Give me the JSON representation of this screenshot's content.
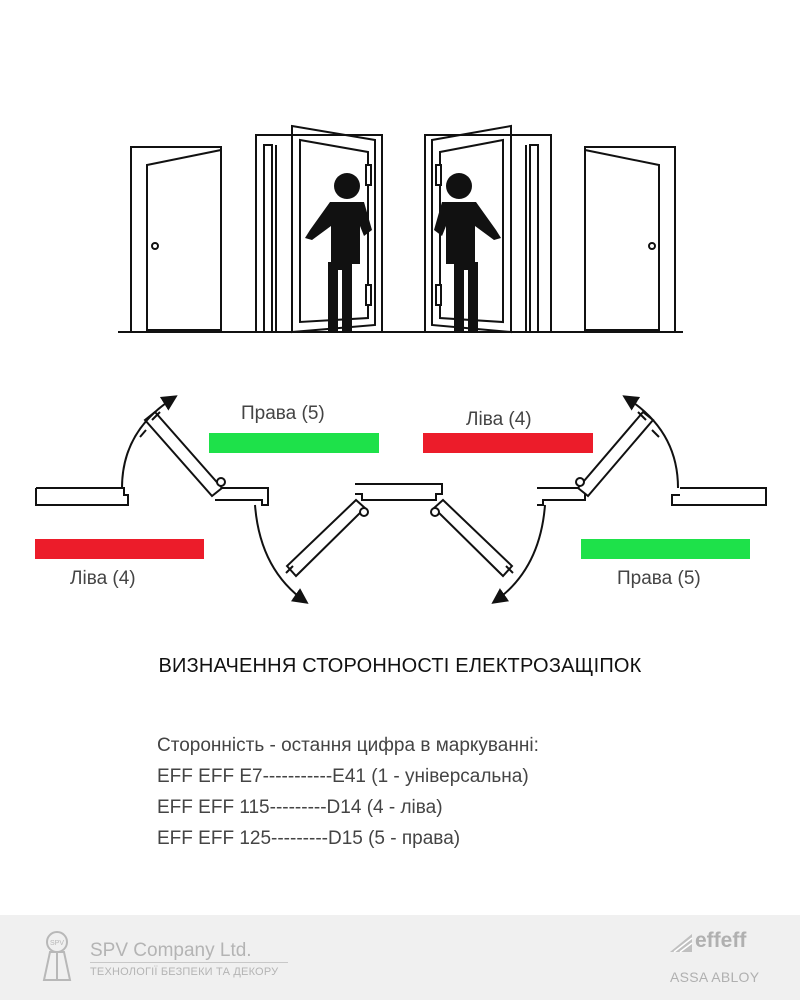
{
  "labels": {
    "top_left": "Права (5)",
    "top_right": "Ліва (4)",
    "bottom_left": "Ліва (4)",
    "bottom_right": "Права (5)"
  },
  "bars": {
    "top_left_color": "#1ee14a",
    "top_right_color": "#ec1c2a",
    "bottom_left_color": "#ec1c2a",
    "bottom_right_color": "#1ee14a"
  },
  "title": "ВИЗНАЧЕННЯ СТОРОННОСТІ ЕЛЕКТРОЗАЩІПОК",
  "marking": {
    "heading": "Сторонність - остання цифра в маркуванні:",
    "lines": [
      "EFF EFF E7-----------E41 (1 - універсальна)",
      "EFF EFF 115---------D14 (4 - ліва)",
      "EFF EFF 125---------D15 (5 - права)"
    ]
  },
  "footer": {
    "company": "SPV Company Ltd.",
    "tagline": "ТЕХНОЛОГІЇ БЕЗПЕКИ ТА ДЕКОРУ",
    "logo_text": "SPV",
    "brand": "effeff",
    "group": "ASSA ABLOY"
  }
}
